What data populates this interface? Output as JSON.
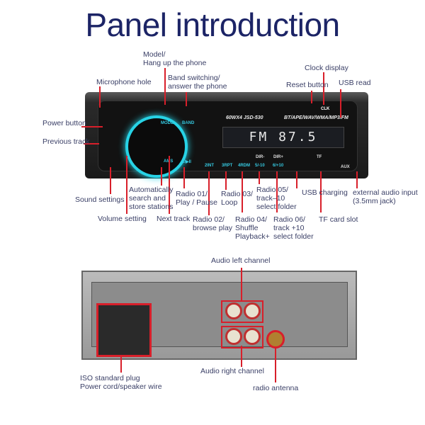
{
  "title": "Panel introduction",
  "panel_text": {
    "model": "60WX4  JSD-530",
    "formats": "BT/APE/WAV/WMA/MP3/FM",
    "display": "FM 87.5",
    "mode": "MODE",
    "band": "BAND",
    "clk": "CLK",
    "ams": "AMS",
    "b1": "1/▶II",
    "b2": "2INT",
    "b3": "3RPT",
    "b4": "4RDM",
    "b5": "5/-10",
    "b6": "6/+10",
    "dir_minus": "DIR-",
    "dir_plus": "DIR+",
    "tf": "TF",
    "aux": "AUX"
  },
  "labels": {
    "model": "Model/\nHang up the phone",
    "mic": "Microphone hole",
    "band": "Band switching/\nanswer the phone",
    "clock": "Clock display",
    "reset": "Reset button",
    "usb_read": "USB read",
    "power": "Power button",
    "prev": "Previous track",
    "sound": "Sound settings",
    "volume": "Volume setting",
    "auto": "Automatically\nsearch and\nstore stations",
    "r1": "Radio 01/\nPlay / Pause",
    "next": "Next track",
    "r2": "Radio 02/\nbrowse play",
    "r3": "Radio 03/\nLoop",
    "r4": "Radio 04/\nShuffle\nPlayback+",
    "r5": "Radio 05/\ntrack–10\nselect folder",
    "r6": "Radio 06/\ntrack +10\nselect folder",
    "usb_charge": "USB charging",
    "aux": "external audio input\n(3.5mm jack)",
    "tf": "TF card slot",
    "audio_left": "Audio left channel",
    "iso": "ISO standard plug\nPower cord/speaker wire",
    "audio_right": "Audio right channel",
    "antenna": "radio antenna"
  },
  "colors": {
    "title": "#1c2466",
    "leader": "#d81f2a",
    "knob_ring": "#27d3e6"
  }
}
